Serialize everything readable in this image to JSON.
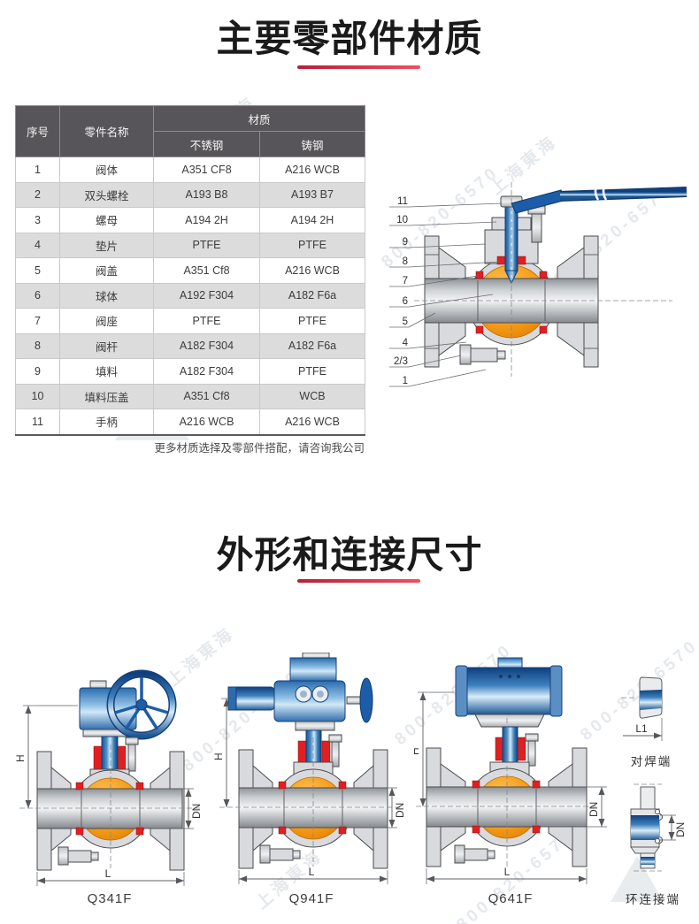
{
  "sections": {
    "materials_title": "主要零部件材质",
    "dimensions_title": "外形和连接尺寸"
  },
  "materials_table": {
    "headers": {
      "no": "序号",
      "part": "零件名称",
      "material": "材质",
      "stainless": "不锈钢",
      "cast": "铸钢"
    },
    "note": "更多材质选择及零部件搭配，请咨询我公司",
    "rows": [
      {
        "no": "1",
        "part": "阀体",
        "ss": "A351 CF8",
        "cs": "A216 WCB"
      },
      {
        "no": "2",
        "part": "双头螺栓",
        "ss": "A193 B8",
        "cs": "A193 B7"
      },
      {
        "no": "3",
        "part": "螺母",
        "ss": "A194 2H",
        "cs": "A194 2H"
      },
      {
        "no": "4",
        "part": "垫片",
        "ss": "PTFE",
        "cs": "PTFE"
      },
      {
        "no": "5",
        "part": "阀盖",
        "ss": "A351 Cf8",
        "cs": "A216 WCB"
      },
      {
        "no": "6",
        "part": "球体",
        "ss": "A192 F304",
        "cs": "A182 F6a"
      },
      {
        "no": "7",
        "part": "阀座",
        "ss": "PTFE",
        "cs": "PTFE"
      },
      {
        "no": "8",
        "part": "阀杆",
        "ss": "A182 F304",
        "cs": "A182 F6a"
      },
      {
        "no": "9",
        "part": "填料",
        "ss": "A182 F304",
        "cs": "PTFE"
      },
      {
        "no": "10",
        "part": "填料压盖",
        "ss": "A351 Cf8",
        "cs": "WCB"
      },
      {
        "no": "11",
        "part": "手柄",
        "ss": "A216 WCB",
        "cs": "A216 WCB"
      }
    ]
  },
  "valve_diagram": {
    "callouts": [
      "11",
      "10",
      "9",
      "8",
      "7",
      "6",
      "5",
      "4",
      "2/3",
      "1"
    ]
  },
  "dimension_diagrams": {
    "labels": {
      "h": "H",
      "dn": "DN",
      "l": "L",
      "l1": "L1"
    },
    "models": [
      {
        "name": "Q341F"
      },
      {
        "name": "Q941F"
      },
      {
        "name": "Q641F"
      }
    ],
    "weld_end_label": "对焊端",
    "ring_end_label": "环连接端"
  },
  "watermark": {
    "brand": "上海東海",
    "phone": "800-820-6570"
  },
  "colors": {
    "accent_red": "#d92b44",
    "table_header_bg": "#57555a",
    "actuator_blue": "#1d5fa8",
    "ball_orange": "#f59b16",
    "seat_red": "#e02020"
  }
}
